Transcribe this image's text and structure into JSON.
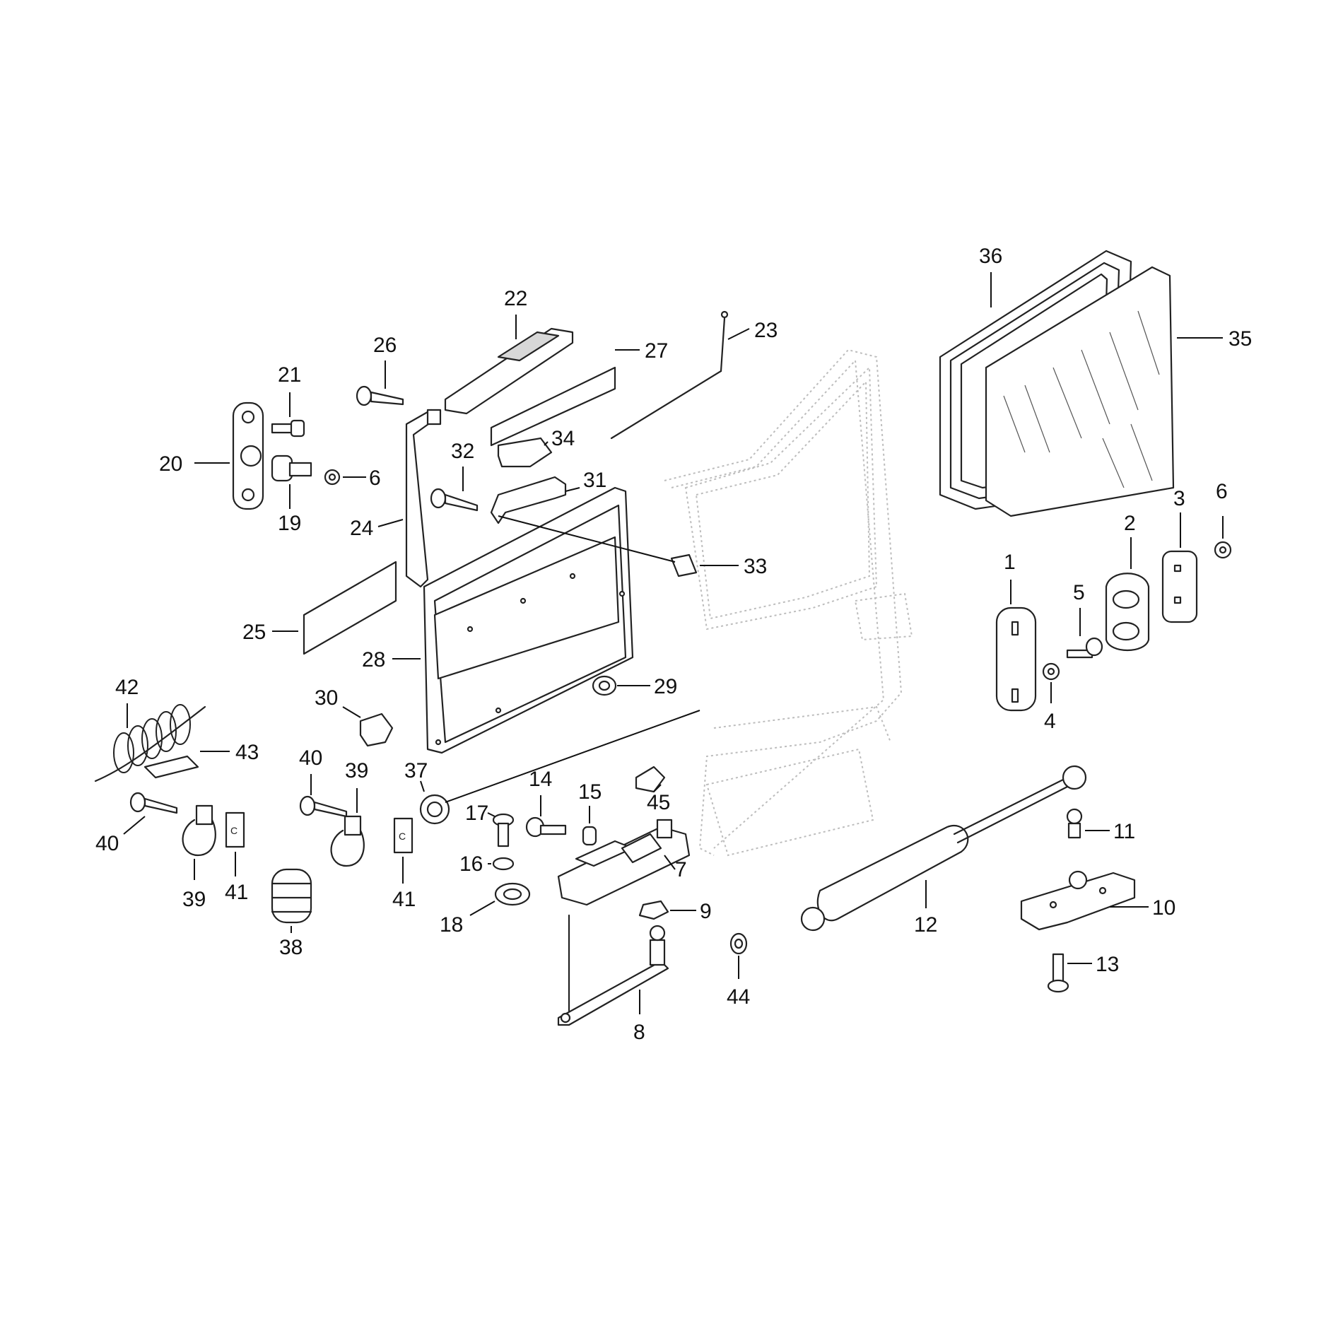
{
  "diagram": {
    "callouts": [
      "1",
      "2",
      "3",
      "4",
      "5",
      "6",
      "6",
      "7",
      "8",
      "9",
      "10",
      "11",
      "12",
      "13",
      "14",
      "15",
      "16",
      "17",
      "18",
      "19",
      "20",
      "21",
      "22",
      "23",
      "24",
      "25",
      "26",
      "27",
      "28",
      "29",
      "30",
      "31",
      "32",
      "33",
      "34",
      "35",
      "36",
      "37",
      "38",
      "39",
      "39",
      "40",
      "40",
      "41",
      "41",
      "42",
      "43",
      "44",
      "45"
    ]
  },
  "colors": {
    "line": "#222222",
    "ghost": "#bdbdbd",
    "fill": "#ffffff",
    "shade": "#d8d8d8"
  }
}
